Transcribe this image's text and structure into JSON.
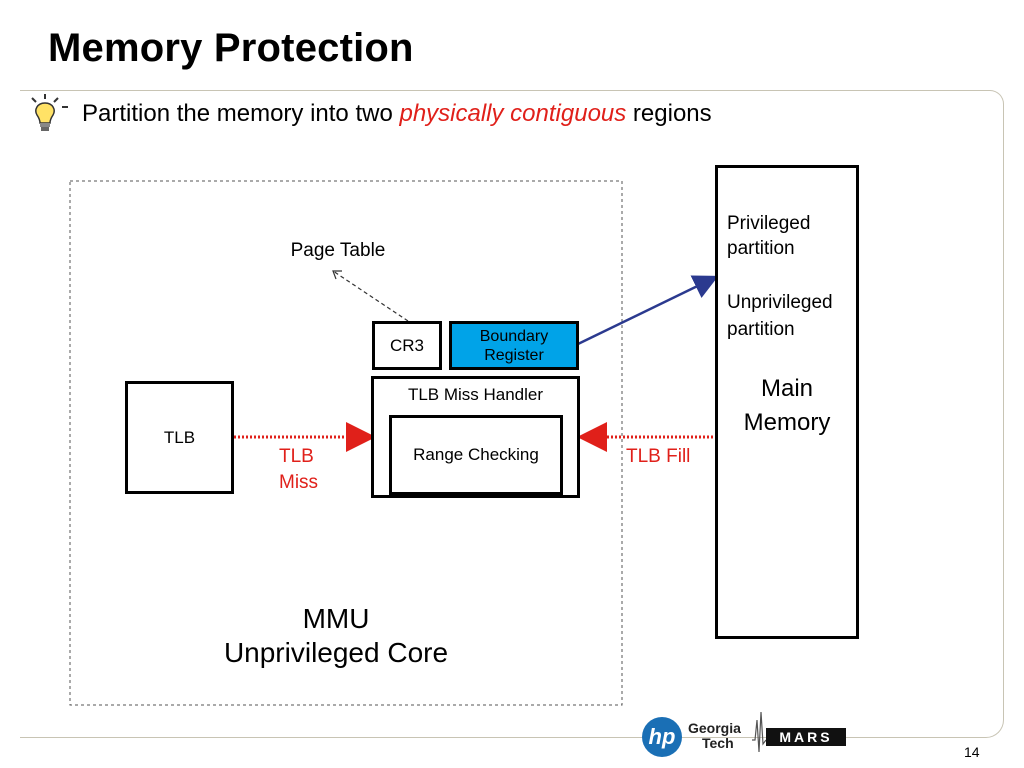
{
  "slide": {
    "title": "Memory Protection",
    "bullet_prefix": "Partition the memory into two ",
    "bullet_highlight": "physically contiguous",
    "bullet_suffix": " regions",
    "page_number": "14"
  },
  "diagram": {
    "page_table": "Page Table",
    "cr3": "CR3",
    "boundary_register": "Boundary Register",
    "tlb_miss_handler": "TLB Miss Handler",
    "range_checking": "Range Checking",
    "tlb": "TLB",
    "tlb_miss_line1": "TLB",
    "tlb_miss_line2": "Miss",
    "tlb_fill": "TLB Fill",
    "mmu_line1": "MMU",
    "mmu_line2": "Unprivileged Core",
    "privileged_line1": "Privileged",
    "privileged_line2": "partition",
    "unprivileged_line1": "Unprivileged",
    "unprivileged_line2": "partition",
    "main_memory_line1": "Main",
    "main_memory_line2": "Memory"
  },
  "logos": {
    "hp": "hp",
    "gt_line1": "Georgia",
    "gt_line2": "Tech",
    "mars": "MARS"
  },
  "colors": {
    "boundary_fill": "#00a3e8",
    "red_accent": "#e0201a",
    "arrow_blue": "#2b3a8f"
  },
  "icons": {
    "bullet": "lightbulb-icon"
  }
}
